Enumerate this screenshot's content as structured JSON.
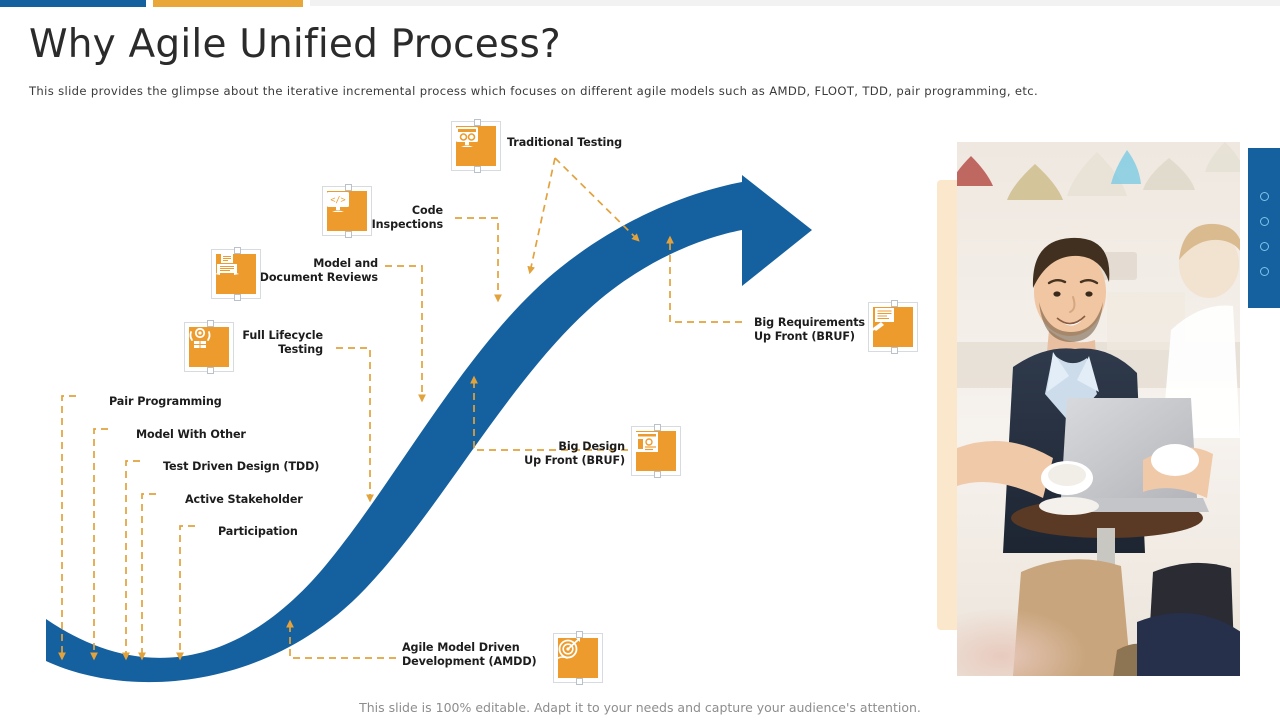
{
  "header": {
    "title": "Why Agile Unified Process?",
    "subtitle": "This slide provides  the glimpse about the iterative  incremental  process which focuses on different  agile models such as AMDD,  FLOOT,  TDD,  pair programming,  etc."
  },
  "accent_colors": {
    "blue": "#15609F",
    "orange": "#E9A73A",
    "icon_orange": "#ED9B2D",
    "connector": "#E2A23C",
    "grey_bar": "#F2F2F2",
    "peach_frame": "#FBE7CB"
  },
  "diagram": {
    "arrow_label": "process-flow-arrow",
    "nodes": [
      {
        "id": "traditional-testing",
        "label": "Traditional Testing",
        "icon": "monitor-testing-icon",
        "label_align": "left"
      },
      {
        "id": "code-inspections",
        "label": "Code\nInspections",
        "icon": "code-screen-icon",
        "label_align": "right"
      },
      {
        "id": "model-document-reviews",
        "label": "Model and\nDocument Reviews",
        "icon": "document-review-icon",
        "label_align": "right"
      },
      {
        "id": "full-lifecycle-testing",
        "label": "Full Lifecycle\nTesting",
        "icon": "lifecycle-testing-icon",
        "label_align": "right"
      },
      {
        "id": "pair-programming",
        "label": "Pair Programming",
        "icon": null,
        "label_align": "left"
      },
      {
        "id": "model-with-other",
        "label": "Model With Other",
        "icon": null,
        "label_align": "left"
      },
      {
        "id": "test-driven-design",
        "label": "Test Driven Design (TDD)",
        "icon": null,
        "label_align": "left"
      },
      {
        "id": "active-stakeholder",
        "label": "Active Stakeholder",
        "icon": null,
        "label_align": "left"
      },
      {
        "id": "participation",
        "label": "Participation",
        "icon": null,
        "label_align": "left"
      },
      {
        "id": "big-requirements-up-front",
        "label": "Big Requirements\nUp Front (BRUF)",
        "icon": "requirements-board-icon",
        "label_align": "left"
      },
      {
        "id": "big-design-up-front",
        "label": "Big Design\nUp Front (BRUF)",
        "icon": "design-layout-icon",
        "label_align": "right"
      },
      {
        "id": "agile-model-driven-development",
        "label": "Agile Model Driven\nDevelopment (AMDD)",
        "icon": "target-gear-icon",
        "label_align": "left"
      }
    ]
  },
  "photo": {
    "alt": "Business team meeting with laptop in a cafe",
    "dot_count": 4
  },
  "footer": {
    "note": "This slide is 100% editable. Adapt it to your needs and capture your audience's attention."
  }
}
